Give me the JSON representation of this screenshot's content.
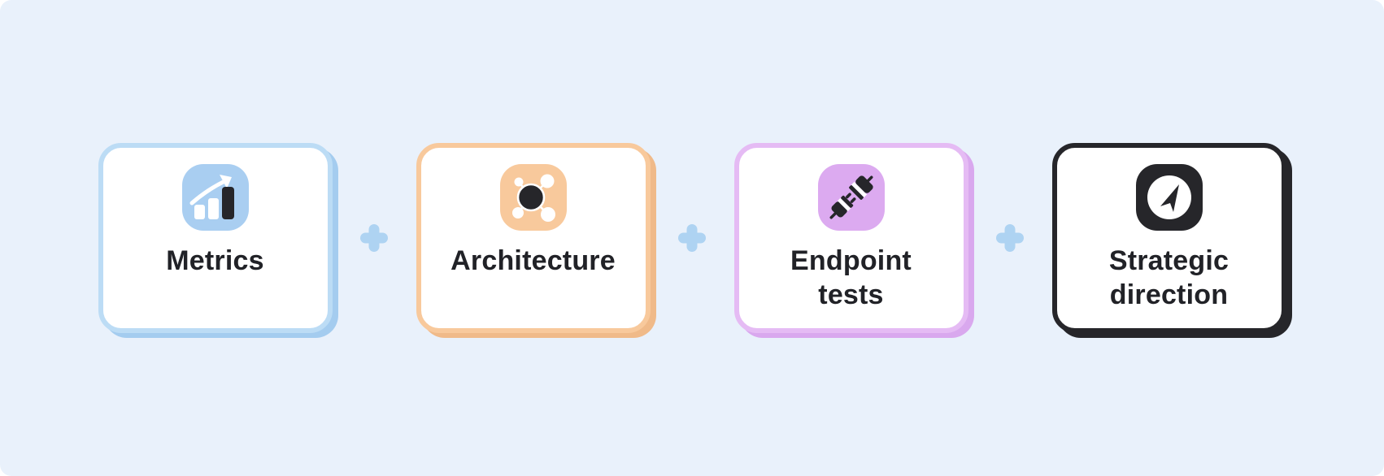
{
  "page": {
    "background_color": "#e9f1fb",
    "text_color": "#212227"
  },
  "connector": {
    "symbol": "plus",
    "color": "#aed3f2"
  },
  "cards": [
    {
      "name": "metrics",
      "line1": "Metrics",
      "line2": "",
      "icon": "bar-chart-growth-icon",
      "border_color": "#bcdcf5",
      "icon_bg": "#a9cef1",
      "shadow_color": "#a4ccef",
      "icon_fg_primary": "#ffffff",
      "icon_fg_secondary": "#26262a"
    },
    {
      "name": "architecture",
      "line1": "Architecture",
      "line2": "",
      "icon": "network-hub-icon",
      "border_color": "#f8c99c",
      "icon_bg": "#f8c99c",
      "shadow_color": "#f0ba89",
      "icon_fg_primary": "#ffffff",
      "icon_fg_secondary": "#26262a"
    },
    {
      "name": "endpoint-tests",
      "line1": "Endpoint",
      "line2": "tests",
      "icon": "plug-connector-icon",
      "border_color": "#e5bbf4",
      "icon_bg": "#dcaaf0",
      "shadow_color": "#d9a8ee",
      "icon_fg_primary": "#ffffff",
      "icon_fg_secondary": "#26262a"
    },
    {
      "name": "strategic-direction",
      "line1": "Strategic",
      "line2": "direction",
      "icon": "compass-icon",
      "border_color": "#26262a",
      "icon_bg": "#26262a",
      "shadow_color": "#26262a",
      "icon_fg_primary": "#ffffff",
      "icon_fg_secondary": "#26262a"
    }
  ]
}
